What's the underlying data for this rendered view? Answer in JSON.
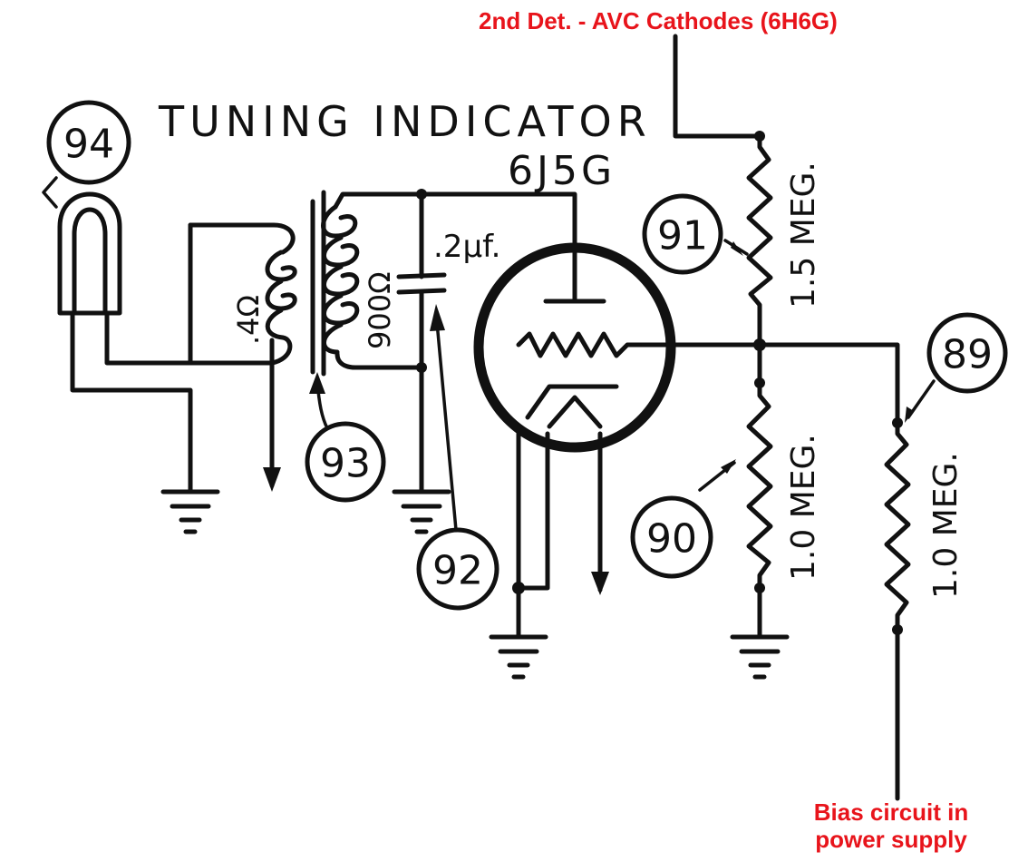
{
  "title": "TUNING INDICATOR",
  "tube_type": "6J5G",
  "annotations": {
    "top": "2nd Det. - AVC Cathodes (6H6G)",
    "bottom_line1": "Bias circuit in",
    "bottom_line2": "power supply"
  },
  "components": {
    "resistor_91": "1.5 MEG.",
    "resistor_90": "1.0 MEG.",
    "resistor_89": "1.0 MEG.",
    "capacitor": ".2μf.",
    "coil_primary": "900Ω",
    "coil_secondary": ".4Ω"
  },
  "callouts": {
    "c94": "94",
    "c93": "93",
    "c92": "92",
    "c91": "91",
    "c90": "90",
    "c89": "89"
  }
}
